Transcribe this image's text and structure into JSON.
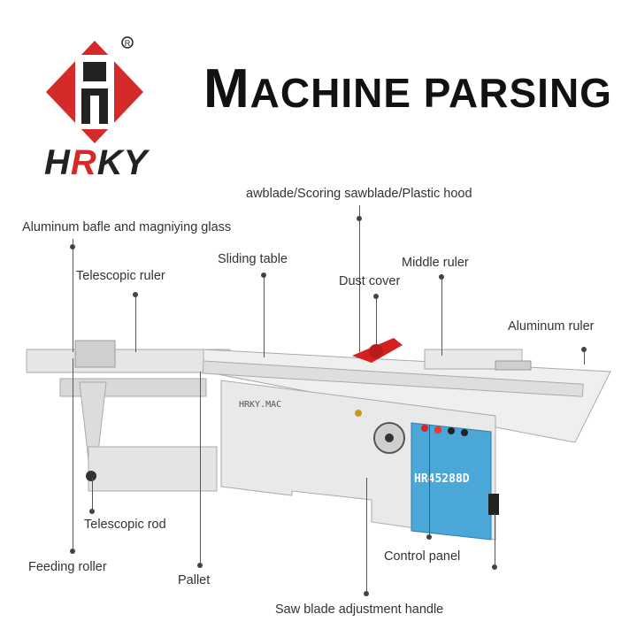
{
  "brand": {
    "logo_icon": "hrky-diamond-logo",
    "registered_mark": "R",
    "name_prefix": "H",
    "name_accent": "R",
    "name_suffix": "KY",
    "colors": {
      "red": "#d42a2a",
      "dark": "#222222"
    }
  },
  "header": {
    "title": "Machine parsing"
  },
  "machine": {
    "brand_plate": "HRKY.MAC",
    "model": "HR45288D",
    "colors": {
      "body": "#eeeeee",
      "panel": "#4aa7d8",
      "blade_guard": "#d42020"
    }
  },
  "labels": {
    "sawblade": "awblade/Scoring sawblade/Plastic hood",
    "aluminum_baffle": "Aluminum bafle and magniying glass",
    "sliding_table": "Sliding table",
    "middle_ruler": "Middle ruler",
    "telescopic_ruler": "Telescopic ruler",
    "dust_cover": "Dust cover",
    "aluminum_ruler": "Aluminum ruler",
    "telescopic_rod": "Telescopic rod",
    "feeding_roller": "Feeding roller",
    "control_panel": "Control panel",
    "pallet": "Pallet",
    "saw_blade_handle": "Saw blade adjustment handle"
  }
}
